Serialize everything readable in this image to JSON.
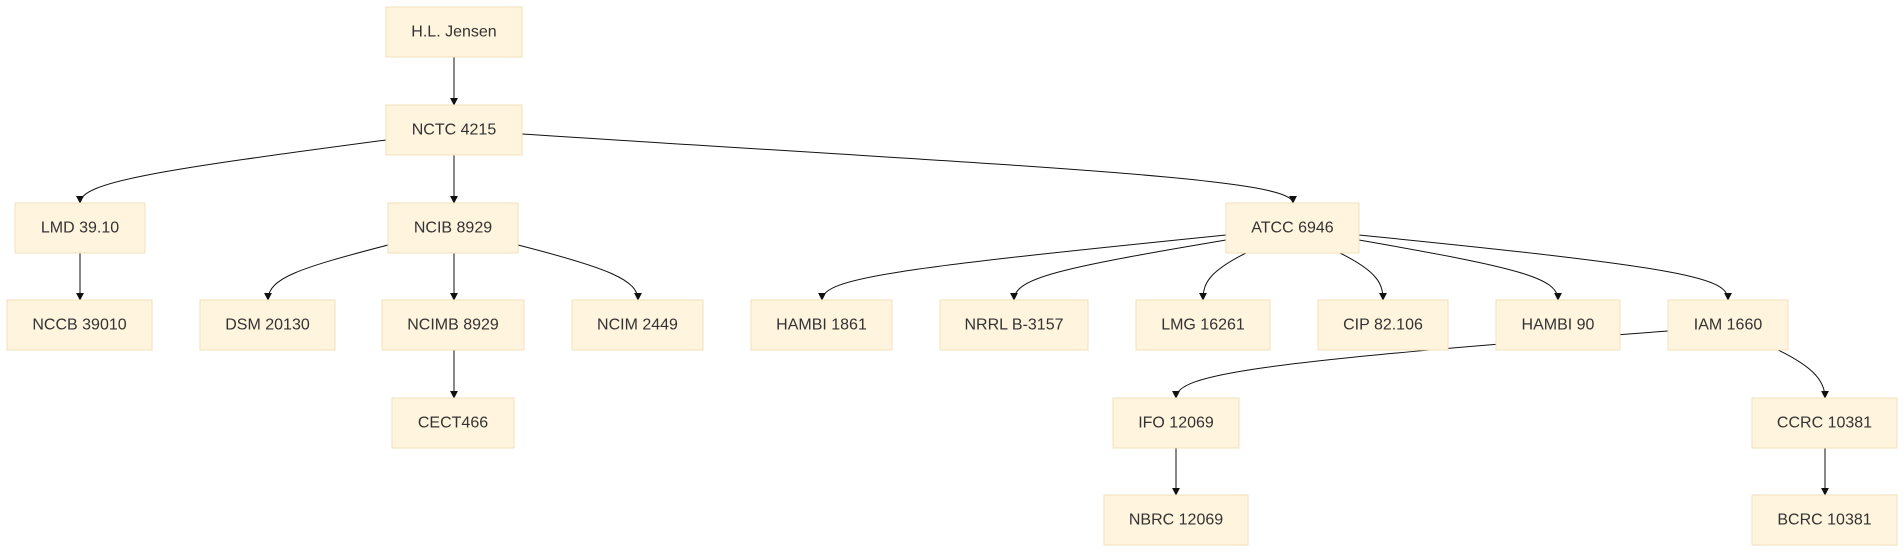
{
  "nodes": [
    {
      "id": "jensen",
      "label": "H.L. Jensen"
    },
    {
      "id": "nctc4215",
      "label": "NCTC 4215"
    },
    {
      "id": "lmd3910",
      "label": "LMD 39.10"
    },
    {
      "id": "ncib8929",
      "label": "NCIB 8929"
    },
    {
      "id": "atcc6946",
      "label": "ATCC 6946"
    },
    {
      "id": "nccb39010",
      "label": "NCCB 39010"
    },
    {
      "id": "dsm20130",
      "label": "DSM 20130"
    },
    {
      "id": "ncimb8929",
      "label": "NCIMB 8929"
    },
    {
      "id": "ncim2449",
      "label": "NCIM 2449"
    },
    {
      "id": "hambi1861",
      "label": "HAMBI 1861"
    },
    {
      "id": "nrrlb3157",
      "label": "NRRL B-3157"
    },
    {
      "id": "lmg16261",
      "label": "LMG 16261"
    },
    {
      "id": "cip82106",
      "label": "CIP 82.106"
    },
    {
      "id": "hambi90",
      "label": "HAMBI 90"
    },
    {
      "id": "iam1660",
      "label": "IAM 1660"
    },
    {
      "id": "cect466",
      "label": "CECT466"
    },
    {
      "id": "ifo12069",
      "label": "IFO 12069"
    },
    {
      "id": "ccrc10381",
      "label": "CCRC 10381"
    },
    {
      "id": "nbrc12069",
      "label": "NBRC 12069"
    },
    {
      "id": "bcrc10381",
      "label": "BCRC 10381"
    }
  ],
  "edges": [
    {
      "from": "jensen",
      "to": "nctc4215"
    },
    {
      "from": "nctc4215",
      "to": "lmd3910"
    },
    {
      "from": "nctc4215",
      "to": "ncib8929"
    },
    {
      "from": "nctc4215",
      "to": "atcc6946"
    },
    {
      "from": "lmd3910",
      "to": "nccb39010"
    },
    {
      "from": "ncib8929",
      "to": "dsm20130"
    },
    {
      "from": "ncib8929",
      "to": "ncimb8929"
    },
    {
      "from": "ncib8929",
      "to": "ncim2449"
    },
    {
      "from": "atcc6946",
      "to": "hambi1861"
    },
    {
      "from": "atcc6946",
      "to": "nrrlb3157"
    },
    {
      "from": "atcc6946",
      "to": "lmg16261"
    },
    {
      "from": "atcc6946",
      "to": "cip82106"
    },
    {
      "from": "atcc6946",
      "to": "hambi90"
    },
    {
      "from": "atcc6946",
      "to": "iam1660"
    },
    {
      "from": "ncimb8929",
      "to": "cect466"
    },
    {
      "from": "iam1660",
      "to": "ifo12069"
    },
    {
      "from": "iam1660",
      "to": "ccrc10381"
    },
    {
      "from": "ifo12069",
      "to": "nbrc12069"
    },
    {
      "from": "ccrc10381",
      "to": "bcrc10381"
    }
  ]
}
